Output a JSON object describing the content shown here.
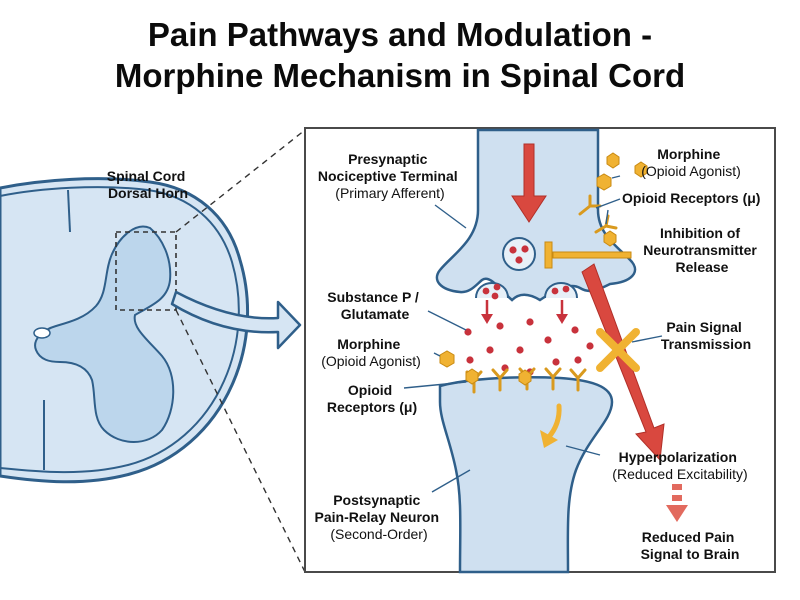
{
  "title": {
    "line1": "Pain Pathways and Modulation -",
    "line2": "Morphine Mechanism in Spinal Cord"
  },
  "labels": {
    "spinal_cord": [
      "Spinal Cord",
      "Dorsal Horn"
    ],
    "presynaptic": [
      "Presynaptic",
      "Nociceptive Terminal",
      "(Primary Afferent)"
    ],
    "morphine_top": [
      "Morphine",
      "(Opioid Agonist)"
    ],
    "opioid_receptors_top": "Opioid Receptors (μ)",
    "inhibition": [
      "Inhibition of",
      "Neurotransmitter",
      "Release"
    ],
    "substance_p": [
      "Substance P /",
      "Glutamate"
    ],
    "pain_signal": [
      "Pain Signal",
      "Transmission"
    ],
    "morphine_left": [
      "Morphine",
      "(Opioid Agonist)"
    ],
    "opioid_receptors_left": [
      "Opioid",
      "Receptors (μ)"
    ],
    "hyperpolarization": [
      "Hyperpolarization",
      "(Reduced Excitability)"
    ],
    "postsynaptic": [
      "Postsynaptic",
      "Pain-Relay Neuron",
      "(Second-Order)"
    ],
    "reduced_pain": [
      "Reduced Pain",
      "Signal to Brain"
    ]
  },
  "colors": {
    "neuron_fill": "#cfe0f0",
    "neuron_stroke": "#2f5f8a",
    "arrow_red": "#d9483f",
    "morphine_gold": "#f0b232",
    "vesicle_red": "#c8323c",
    "panel_border": "#4a4a4a"
  }
}
